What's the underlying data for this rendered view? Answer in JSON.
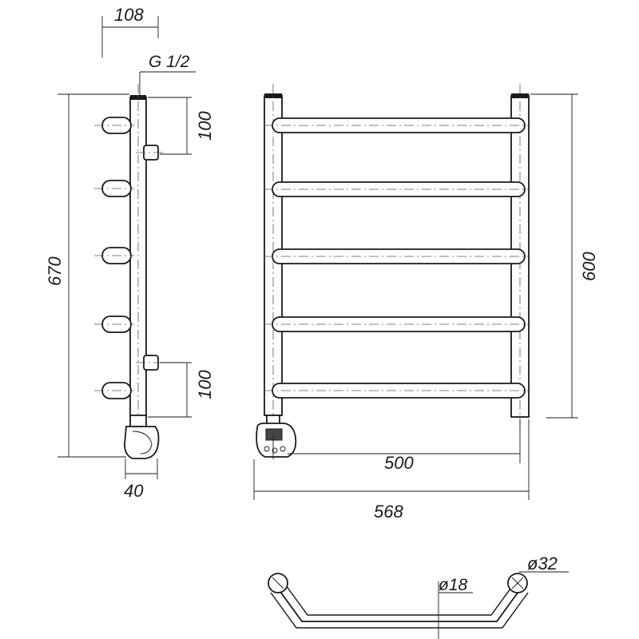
{
  "dimensions": {
    "depth": "108",
    "thread": "G 1/2",
    "total_height": "670",
    "fitting_offset_top": "100",
    "fitting_offset_bottom": "100",
    "heater_depth": "40",
    "center_height": "600",
    "center_width": "500",
    "total_width": "568",
    "riser_diameter": "ø32",
    "rung_diameter": "ø18"
  },
  "rungs_count": 5
}
